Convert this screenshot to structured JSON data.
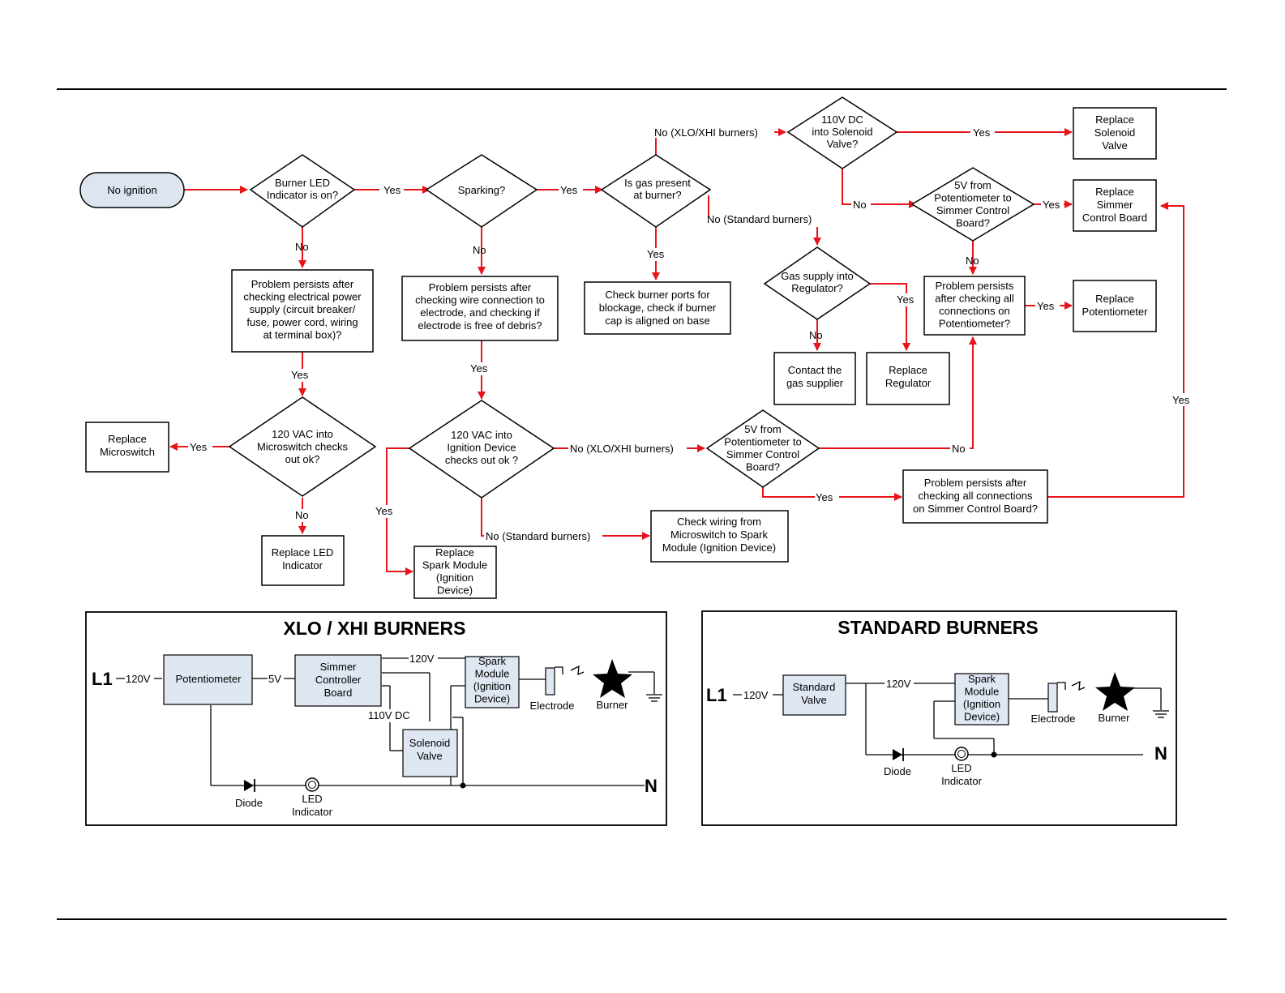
{
  "flowchart": {
    "start": "No ignition",
    "d_led": [
      "Burner LED",
      "Indicator is on?"
    ],
    "d_spark": [
      "Sparking?"
    ],
    "d_gas": [
      "Is gas present",
      "at burner?"
    ],
    "d_110v": [
      "110V DC",
      "into Solenoid",
      "Valve?"
    ],
    "b_sol": [
      "Replace",
      "Solenoid",
      "Valve"
    ],
    "d_5v_top": [
      "5V from",
      "Potentiometer to",
      "Simmer Control",
      "Board?"
    ],
    "b_simmer": [
      "Replace",
      "Simmer",
      "Control Board"
    ],
    "b_check_ports": [
      "Check burner ports for",
      "blockage, check if burner",
      "cap is aligned on base"
    ],
    "d_gas_reg": [
      "Gas supply into",
      "Regulator?"
    ],
    "b_contact": [
      "Contact the",
      "gas supplier"
    ],
    "b_regulator": [
      "Replace",
      "Regulator"
    ],
    "b_pp_pot": [
      "Problem persists",
      "after checking all",
      "connections on",
      "Potentiometer?"
    ],
    "b_pot": [
      "Replace",
      "Potentiometer"
    ],
    "b_pp_power": [
      "Problem persists after",
      "checking electrical power",
      "supply (circuit breaker/",
      "fuse, power cord, wiring",
      "at terminal box)?"
    ],
    "b_pp_wire": [
      "Problem persists after",
      "checking wire connection to",
      "electrode, and checking if",
      "electrode is free of debris?"
    ],
    "d_120_micro": [
      "120 VAC into",
      "Microswitch checks",
      "out ok?"
    ],
    "b_micro": [
      "Replace",
      "Microswitch"
    ],
    "b_led": [
      "Replace LED",
      "Indicator"
    ],
    "d_120_ign": [
      "120 VAC into",
      "Ignition Device",
      "checks out ok ?"
    ],
    "d_5v_mid": [
      "5V from",
      "Potentiometer to",
      "Simmer Control",
      "Board?"
    ],
    "b_pp_simmer": [
      "Problem persists after",
      "checking all connections",
      "on Simmer Control Board?"
    ],
    "b_check_wiring": [
      "Check wiring from",
      "Microswitch to Spark",
      "Module (Ignition Device)"
    ],
    "b_spark": [
      "Replace",
      "Spark Module",
      "(Ignition",
      "Device)"
    ],
    "edge_labels": {
      "yes": "Yes",
      "no": "No",
      "no_xlo": "No (XLO/XHI burners)",
      "no_std": "No (Standard burners)"
    }
  },
  "diagram_xlo": {
    "title": "XLO / XHI BURNERS",
    "l1": "L1",
    "n": "N",
    "v120": "120V",
    "v5": "5V",
    "v110dc": "110V DC",
    "potentiometer": "Potentiometer",
    "simmer": [
      "Simmer",
      "Controller",
      "Board"
    ],
    "solenoid": [
      "Solenoid",
      "Valve"
    ],
    "spark": [
      "Spark",
      "Module",
      "(Ignition",
      "Device)"
    ],
    "electrode": "Electrode",
    "burner": "Burner",
    "diode": "Diode",
    "led": [
      "LED",
      "Indicator"
    ]
  },
  "diagram_std": {
    "title": "STANDARD BURNERS",
    "l1": "L1",
    "n": "N",
    "v120": "120V",
    "valve": [
      "Standard",
      "Valve"
    ],
    "spark": [
      "Spark",
      "Module",
      "(Ignition",
      "Device)"
    ],
    "electrode": "Electrode",
    "burner": "Burner",
    "diode": "Diode",
    "led": [
      "LED",
      "Indicator"
    ]
  },
  "colors": {
    "flow_arrow": "#e8141b",
    "component_fill": "#dfe7f3",
    "start_fill": "#dde5f1"
  }
}
